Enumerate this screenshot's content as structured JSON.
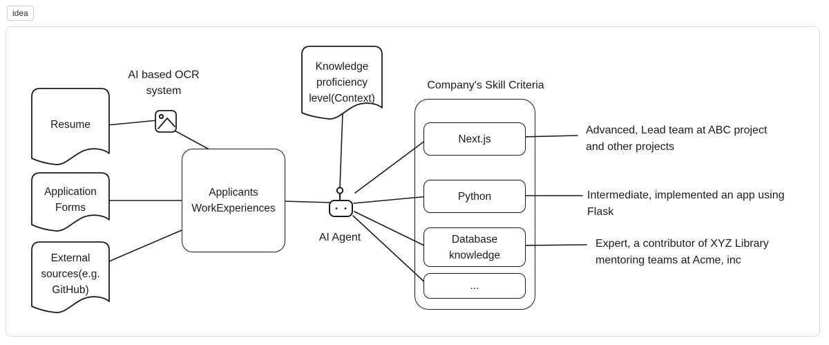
{
  "frame": {
    "badge_label": "idea"
  },
  "colors": {
    "stroke": "#1b1b1b",
    "frame_border": "#dcdcdc",
    "background": "#ffffff"
  },
  "nodes": {
    "resume": "Resume",
    "application_forms": "Application Forms",
    "external_sources": "External sources(e.g. GitHub)",
    "ocr_label": "AI based OCR system",
    "applicants": "Applicants WorkExperiences",
    "knowledge": "Knowledge proficiency level(Context)",
    "agent_label": "AI Agent",
    "criteria_title": "Company's Skill Criteria",
    "skills": [
      {
        "label": "Next.js",
        "annotation_lines": [
          "Advanced, Lead team at ABC project",
          "and other projects"
        ]
      },
      {
        "label": "Python",
        "annotation_lines": [
          "Intermediate, implemented an app using",
          "Flask"
        ]
      },
      {
        "label": "Database knowledge",
        "annotation_lines": [
          "Expert, a contributor of XYZ Library",
          "mentoring teams at Acme, inc"
        ]
      },
      {
        "label": "..."
      }
    ]
  },
  "icons": {
    "ocr": "image-icon",
    "agent": "robot-icon"
  }
}
